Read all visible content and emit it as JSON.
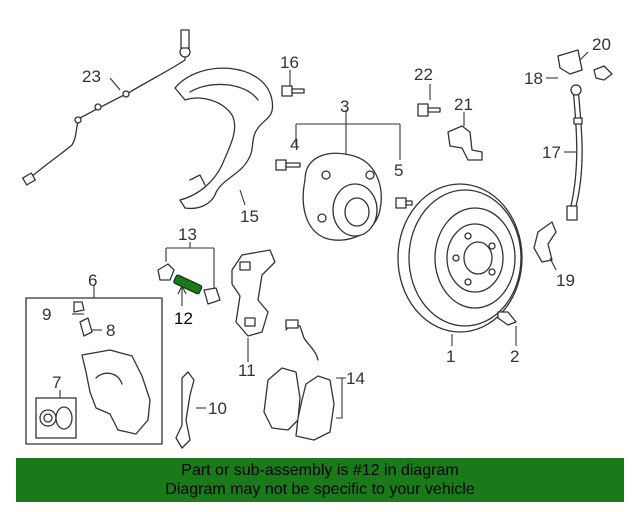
{
  "diagram": {
    "callouts": {
      "c1": "1",
      "c2": "2",
      "c3": "3",
      "c4": "4",
      "c5": "5",
      "c6": "6",
      "c7": "7",
      "c8": "8",
      "c9": "9",
      "c10": "10",
      "c11": "11",
      "c12": "12",
      "c13": "13",
      "c14": "14",
      "c15": "15",
      "c16": "16",
      "c17": "17",
      "c18": "18",
      "c19": "19",
      "c20": "20",
      "c21": "21",
      "c22": "22",
      "c23": "23"
    },
    "highlighted_part": "12",
    "colors": {
      "highlight": "#1a7a1a",
      "banner_bg": "#1a7a1a",
      "line": "#333333"
    }
  },
  "banner": {
    "line1": "Part or sub-assembly is #12 in diagram",
    "line2": "Diagram may not be specific to your vehicle"
  }
}
